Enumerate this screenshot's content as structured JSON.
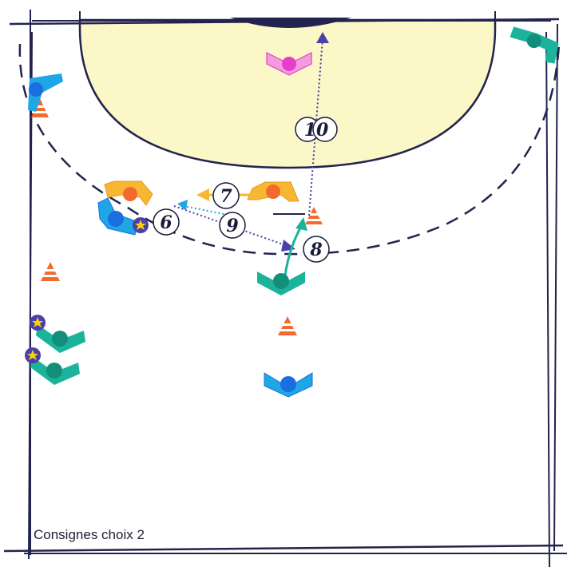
{
  "caption": "Consignes choix 2",
  "colors": {
    "line": "#23234f",
    "goal_area_fill": "#fbf7c7",
    "teal": "#1bb39a",
    "blue": "#1fa6e6",
    "blue_head": "#1a6fe0",
    "orange": "#f7b733",
    "orange_head": "#f26a2e",
    "pink": "#f39be0",
    "pink_head": "#e53fc7",
    "cone": "#f26a2e",
    "star": "#f5d312",
    "arrow_teal": "#1bb39a",
    "arrow_purple": "#4b3fa8",
    "arrow_blue": "#1fa6e6",
    "arrow_orange": "#f7b733"
  },
  "sequence_labels": [
    {
      "id": "label-6",
      "text": "6"
    },
    {
      "id": "label-7",
      "text": "7"
    },
    {
      "id": "label-8",
      "text": "8"
    },
    {
      "id": "label-9",
      "text": "9"
    },
    {
      "id": "label-10",
      "text": "10"
    }
  ],
  "players": [
    {
      "id": "goalkeeper",
      "team": "pink"
    },
    {
      "id": "teal-right-corner",
      "team": "teal"
    },
    {
      "id": "blue-left-wing",
      "team": "blue"
    },
    {
      "id": "orange-left",
      "team": "orange"
    },
    {
      "id": "blue-left-back",
      "team": "blue",
      "has_ball": true
    },
    {
      "id": "orange-center",
      "team": "orange"
    },
    {
      "id": "teal-center",
      "team": "teal"
    },
    {
      "id": "teal-left-1",
      "team": "teal",
      "has_ball": true
    },
    {
      "id": "teal-left-2",
      "team": "teal",
      "has_ball": true
    },
    {
      "id": "blue-bottom",
      "team": "blue"
    }
  ]
}
